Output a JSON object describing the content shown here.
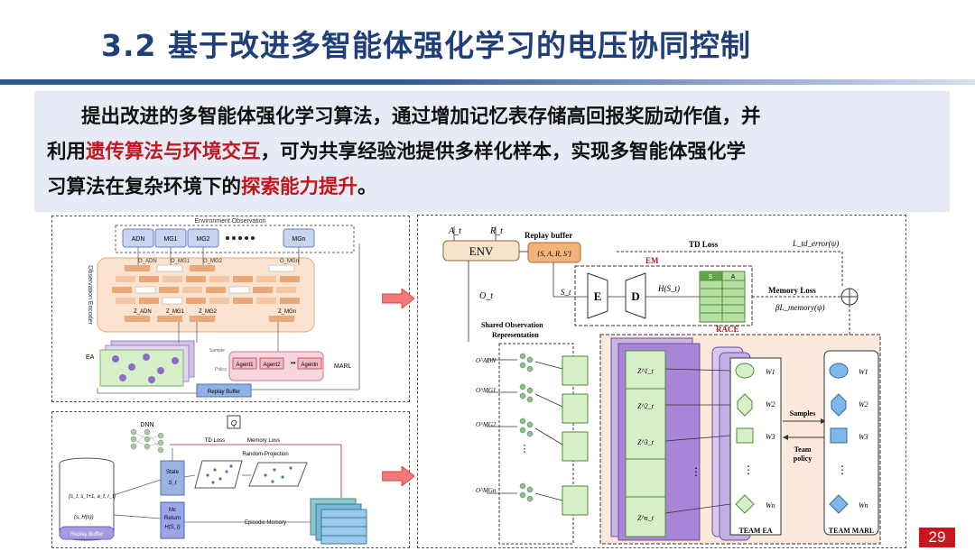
{
  "title": "3.2 基于改进多智能体强化学习的电压协同控制",
  "paragraph": {
    "line1": "提出改进的多智能体强化学习算法，通过增加记忆表存储高回报奖励动作值，并",
    "line2_prefix": "利用",
    "line2_highlight": "遗传算法与环境交互",
    "line2_suffix": "，可为共享经验池提供多样化样本，实现多智能体强化学",
    "line3_prefix": "习算法在复杂环境下的",
    "line3_highlight": "探索能力提升",
    "line3_suffix": "。"
  },
  "colors": {
    "title": "#1f3f7a",
    "highlight": "#c0161d",
    "page_badge": "#c8161d",
    "text_box": "#e6ebf5"
  },
  "left_top": {
    "env_obs": "Environment Observation",
    "nodes": [
      "ADN",
      "MG1",
      "MG2",
      "MGn"
    ],
    "o_labels": [
      "O_ADN",
      "O_MG1",
      "O_MG2",
      "O_MGn"
    ],
    "z_labels": [
      "Z_ADN",
      "Z_MG1",
      "Z_MG2",
      "Z_MGn"
    ],
    "encoder": "Observation Encoder",
    "ea": "EA",
    "agents": [
      "Agent1",
      "Agent2",
      "Agentn"
    ],
    "marl": "MARL",
    "replay": "Replay Buffer",
    "policy": "Policy",
    "sample": "Sample"
  },
  "left_bottom": {
    "dnn": "DNN",
    "q": "Q",
    "td_loss": "TD Loss",
    "memory_loss": "Memory Loss",
    "random_projection": "Random-Projection",
    "state": "State",
    "state_sub": "S_t",
    "mc": "Mc",
    "return": "Return",
    "h_label": "H(S_t)",
    "tuple1": "{s_t, s_t+1, a_t, r_t}",
    "tuple2": "(s, H(s))",
    "replay": "Replay Buffer",
    "episodic": "Episodic Memory"
  },
  "right": {
    "a_t": "A_t",
    "r_t": "R_t",
    "env": "ENV",
    "replay": "Replay buffer",
    "sars": "{S, A, R, S'}",
    "td_loss": "TD Loss",
    "l_td": "L_td_error(ψ)",
    "em": "EM",
    "s_t": "S_t",
    "e": "E",
    "d": "D",
    "h": "H(S_t)",
    "s": "S",
    "a": "A",
    "memory_loss": "Memory Loss",
    "l_mem": "βL_memory(ψ)",
    "o_t": "O_t",
    "shared": "Shared Observation",
    "representation": "Representation",
    "race": "RACE",
    "o_inputs": [
      "O^ADN",
      "O^MG1",
      "O^MG2",
      "O^MGn"
    ],
    "z_labels": [
      "Z^1_t",
      "Z^2_t",
      "Z^3_t",
      "Z^n_t"
    ],
    "samples": "Samples",
    "team": "Team",
    "policy": "policy",
    "team_ea": "TEAM EA",
    "team_marl": "TEAM MARL",
    "w_labels": [
      "W1",
      "W2",
      "W3",
      "Wn"
    ]
  },
  "page_number": "29"
}
